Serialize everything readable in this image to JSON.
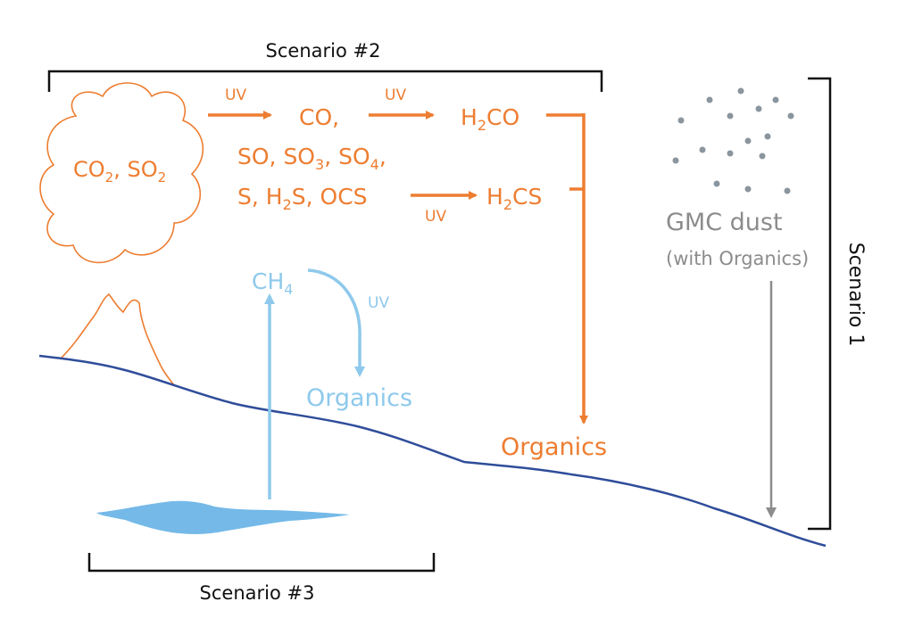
{
  "scenario_labels": {
    "top": "Scenario #2",
    "right": "Scenario 1",
    "bottom": "Scenario #3"
  },
  "volcano": {
    "cloud_text_co": "CO",
    "cloud_text_co_sub": "2",
    "cloud_text_sep": ", SO",
    "cloud_text_so_sub": "2"
  },
  "uv_labels": [
    "UV",
    "UV",
    "UV",
    "UV"
  ],
  "orange_chem": {
    "co_line": "CO,",
    "h2co_h": "H",
    "h2co_sub": "2",
    "h2co_rest": "CO",
    "line2_a": "SO, SO",
    "line2_sub1": "3",
    "line2_b": ", SO",
    "line2_sub2": "4",
    "line2_c": ",",
    "line3_a": "S, H",
    "line3_sub": "2",
    "line3_b": "S, OCS",
    "h2cs_h": "H",
    "h2cs_sub": "2",
    "h2cs_rest": "CS",
    "organics": "Organics"
  },
  "blue_chem": {
    "ch4_c": "CH",
    "ch4_sub": "4",
    "organics": "Organics"
  },
  "dust": {
    "title": "GMC dust",
    "subtitle": "(with Organics)"
  },
  "colors": {
    "orange": "#ED7D31",
    "blue": "#8EC9EC",
    "lake": "#74B9E8",
    "grey": "#8C8C8C",
    "ground": "#2F4D9A",
    "bracket": "#111111"
  }
}
